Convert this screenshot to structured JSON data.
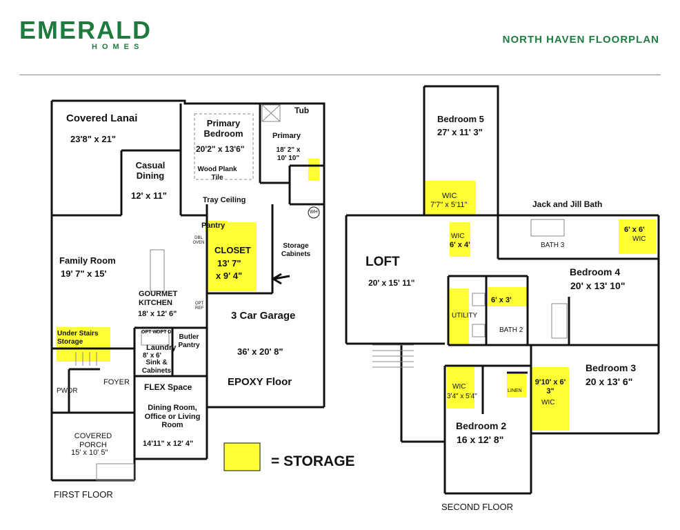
{
  "header": {
    "brand": "EMERALD",
    "brand_sub": "HOMES",
    "plan_title": "NORTH HAVEN FLOORPLAN"
  },
  "colors": {
    "brand": "#1f7a3e",
    "storage": "#ffff33",
    "wall": "#111111"
  },
  "first_floor": {
    "caption": "FIRST FLOOR",
    "rooms": {
      "lanai": "Covered Lanai",
      "lanai_dim": "23'8\" x 21\"",
      "casual": "Casual Dining",
      "casual_dim": "12' x 11\"",
      "primary_bed": "Primary Bedroom",
      "primary_bed_dim": "20'2\" x 13'6\"",
      "wood": "Wood Plank Tile",
      "tray": "Tray Ceiling",
      "tub": "Tub",
      "primary_bath": "Primary",
      "primary_bath_dim": "18' 2\" x 10' 10\"",
      "wh": "WH",
      "pantry": "Pantry",
      "closet": "CLOSET",
      "closet_dim1": "13' 7\"",
      "closet_dim2": "x 9' 4\"",
      "storage_cab": "Storage Cabinets",
      "family": "Family Room",
      "family_dim": "19' 7\" x 15'",
      "kitchen": "GOURMET KITCHEN",
      "kitchen_dim": "18' x 12' 6\"",
      "dbl_oven": "DBL OVEN",
      "opt_ref": "OPT REF",
      "garage": "3 Car Garage",
      "garage_dim": "36' x 20' 8\"",
      "epoxy": "EPOXY Floor",
      "under_stairs": "Under Stairs Storage",
      "laundry": "Laundry",
      "laundry_dim": "8' x 6'",
      "sink": "Sink & Cabinets",
      "opt_w": "OPT W",
      "opt_d": "OPT D",
      "butler": "Butler Pantry",
      "foyer": "FOYER",
      "pwdr": "PWDR",
      "flex": "FLEX Space",
      "flex_desc": "Dining Room, Office or Living Room",
      "flex_dim": "14'11\" x 12' 4\"",
      "porch": "COVERED PORCH",
      "porch_dim": "15' x 10' 5\""
    }
  },
  "second_floor": {
    "caption": "SECOND FLOOR",
    "rooms": {
      "bed5": "Bedroom 5",
      "bed5_dim": "27' x 11' 3\"",
      "wic5": "WIC",
      "wic5_dim": "7'7\" x 5'11\"",
      "jj": "Jack and Jill Bath",
      "wic_a": "6' x 6'",
      "wic_a_lbl": "WIC",
      "wic_b": "WIC",
      "wic_b_dim": "6' x 4'",
      "bath3": "BATH 3",
      "loft": "LOFT",
      "loft_dim": "20' x 15' 11\"",
      "bed4": "Bedroom 4",
      "bed4_dim": "20' x 13' 10\"",
      "utility": "UTILITY",
      "linen_dim": "6' x 3'",
      "bath2": "BATH 2",
      "bed3": "Bedroom 3",
      "bed3_dim": "20 x 13' 6\"",
      "wic3_dim": "9'10' x 6' 3\"",
      "wic3": "WIC",
      "wic2": "WIC",
      "wic2_dim": "3'4\" x 5'4\"",
      "linen": "LINEN",
      "bed2": "Bedroom 2",
      "bed2_dim": "16 x 12' 8\""
    }
  },
  "legend": {
    "label": "= STORAGE"
  }
}
